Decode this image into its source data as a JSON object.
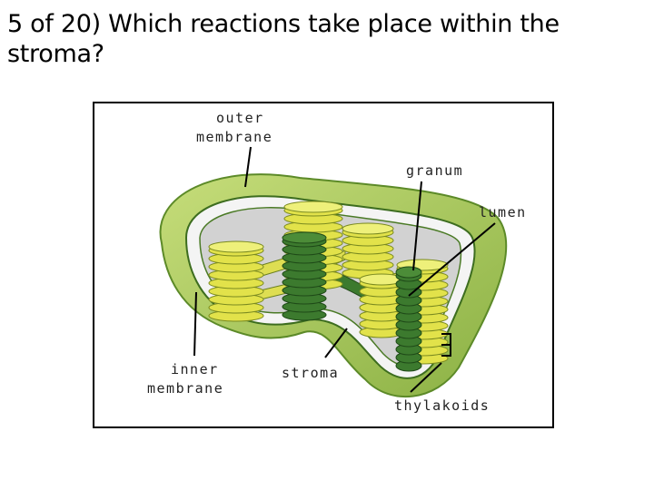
{
  "question": {
    "line1": "5 of 20) Which reactions take place within the",
    "line2": "stroma?"
  },
  "diagram": {
    "labels": {
      "outer_line1": "outer",
      "outer_line2": "membrane",
      "granum": "granum",
      "lumen": "lumen",
      "inner_line1": "inner",
      "inner_line2": "membrane",
      "stroma": "stroma",
      "thylakoids": "thylakoids"
    },
    "colors": {
      "outer_membrane": "#a9c95a",
      "outer_dark": "#6f9a2f",
      "stroma": "#d4d4d4",
      "thylakoid_yellow": "#e2e24a",
      "thylakoid_dark": "#3c7a2e"
    }
  }
}
